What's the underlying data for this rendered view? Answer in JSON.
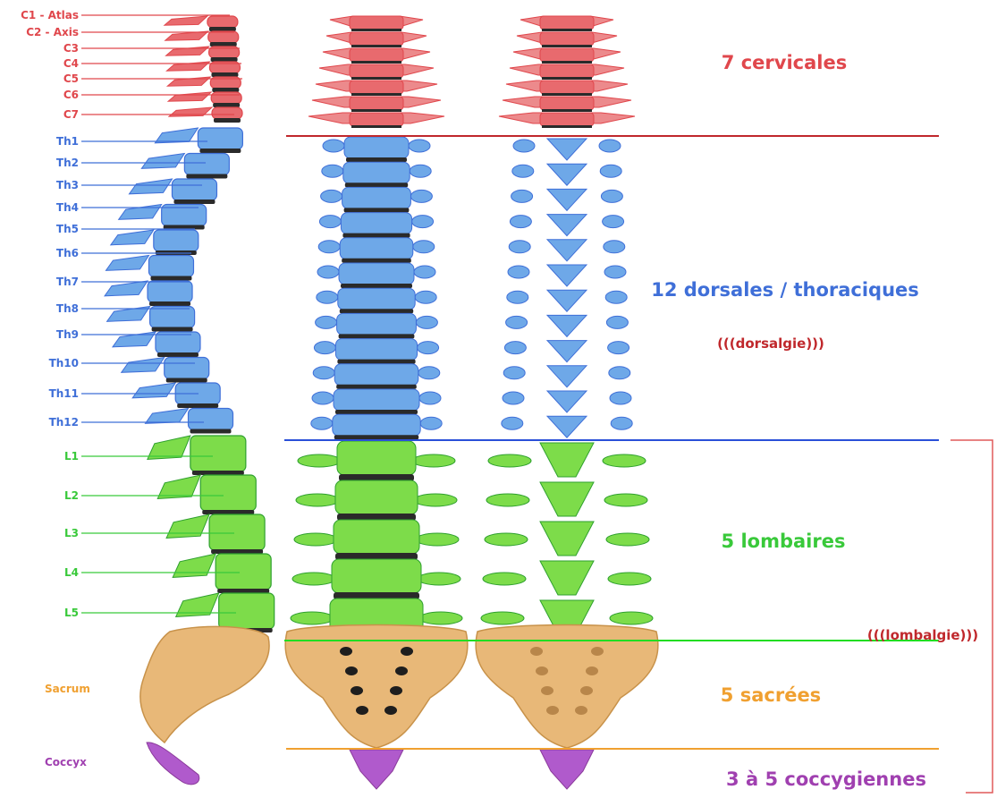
{
  "colors": {
    "cervical": "#e0474c",
    "thoracic": "#3f6fd8",
    "thoracic_bone": "#6ea8e8",
    "lumbar": "#39c93a",
    "lumbar_bone": "#7ddc4a",
    "sacral": "#f0a030",
    "sacral_bone": "#e8b878",
    "coccyx": "#a040b0",
    "coccyx_bone": "#b05acc",
    "disc": "#2a2a2a",
    "dark_red": "#c0282c"
  },
  "vertebra_labels": {
    "cervical": [
      "C1 - Atlas",
      "C2 - Axis",
      "C3",
      "C4",
      "C5",
      "C6",
      "C7"
    ],
    "thoracic": [
      "Th1",
      "Th2",
      "Th3",
      "Th4",
      "Th5",
      "Th6",
      "Th7",
      "Th8",
      "Th9",
      "Th10",
      "Th11",
      "Th12"
    ],
    "lumbar": [
      "L1",
      "L2",
      "L3",
      "L4",
      "L5"
    ],
    "sacrum": "Sacrum",
    "coccyx": "Coccyx"
  },
  "regions": {
    "cervical": "7 cervicales",
    "thoracic": "12 dorsales / thoraciques",
    "thoracic_note": "(((dorsalgie)))",
    "lumbar": "5 lombaires",
    "lumbar_note": "(((lombalgie)))",
    "sacral": "5 sacrées",
    "coccygeal": "3 à 5 coccygiennes"
  }
}
